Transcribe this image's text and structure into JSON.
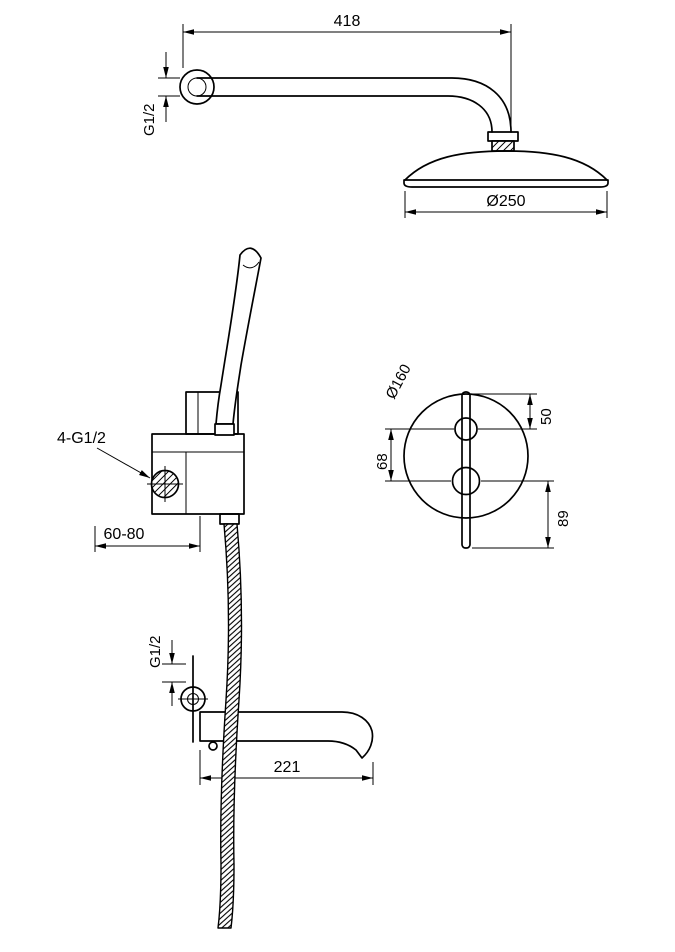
{
  "colors": {
    "line": "#000000",
    "background": "#ffffff"
  },
  "dimensions": {
    "arm_length": "418",
    "arm_thread": "G1/2",
    "head_diameter": "Ø250",
    "valve_ports": "4-G1/2",
    "install_depth": "60-80",
    "plate_diameter": "Ø160",
    "plate_top_offset": "50",
    "handle_spacing": "68",
    "plate_bottom_offset": "89",
    "spout_thread": "G1/2",
    "spout_length": "221"
  }
}
